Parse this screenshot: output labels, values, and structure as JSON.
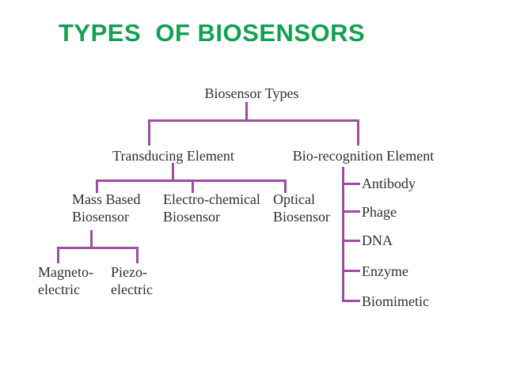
{
  "title": "TYPES  OF BIOSENSORS",
  "colors": {
    "title_green": "#12a150",
    "line_purple": "#9b4fa0",
    "label_text": "#2e2e2e",
    "background": "#ffffff"
  },
  "tree": {
    "root_label": "Biosensor Types",
    "transducing": {
      "label": "Transducing Element",
      "children": [
        {
          "line1": "Mass Based",
          "line2": "Biosensor"
        },
        {
          "line1": "Electro-chemical",
          "line2": "Biosensor"
        },
        {
          "line1": "Optical",
          "line2": "Biosensor"
        }
      ],
      "mass_children": [
        {
          "line1": "Magneto-",
          "line2": "electric"
        },
        {
          "line1": "Piezo-",
          "line2": "electric"
        }
      ]
    },
    "biorecognition": {
      "label": "Bio-recognition Element",
      "items": [
        "Antibody",
        "Phage",
        "DNA",
        "Enzyme",
        "Biomimetic"
      ]
    }
  }
}
